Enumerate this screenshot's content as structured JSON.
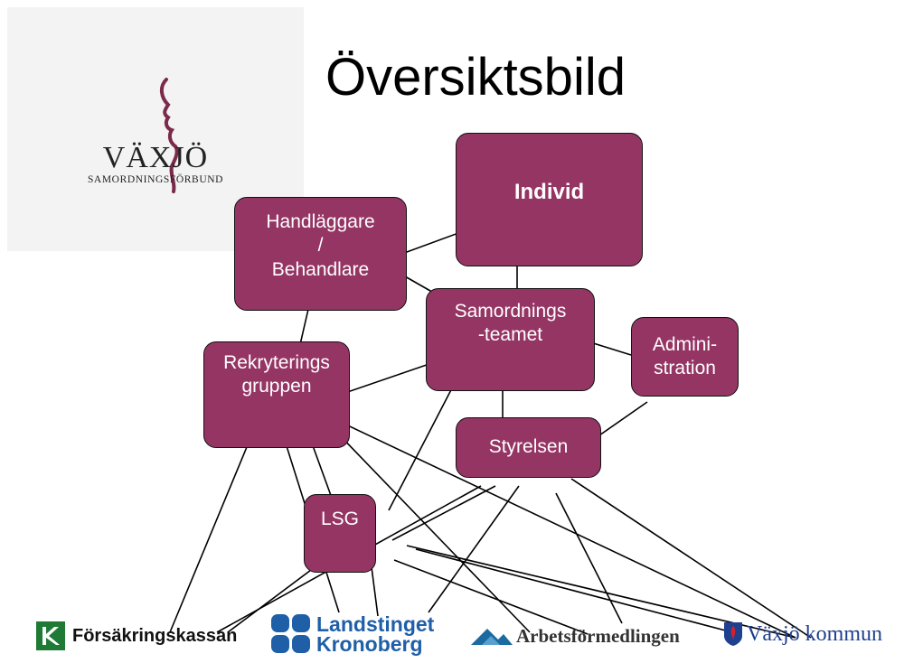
{
  "title": "Översiktsbild",
  "logo": {
    "main": "VÄXJÖ",
    "sub": "SAMORDNINGSFÖRBUND"
  },
  "nodes": {
    "individ": "Individ",
    "handlaggare": "Handläggare\n/\nBehandlare",
    "samordningsteamet": "Samordnings\n-teamet",
    "administration": "Admini-\nstration",
    "rekryteringsgruppen": "Rekryterings\ngruppen",
    "styrelsen": "Styrelsen",
    "lsg": "LSG"
  },
  "organizations": {
    "forsakringskassan": "Försäkringskassan",
    "landstinget": {
      "line1": "Landstinget",
      "line2": "Kronoberg"
    },
    "arbetsformedlingen": "Arbetsförmedlingen",
    "vaxjo_kommun": "Växjö kommun"
  },
  "colors": {
    "box_fill": "#953564",
    "fk_green": "#1e7a35",
    "landstinget_blue": "#1f5fa8",
    "af_blue": "#1b6aa0",
    "kommun_blue": "#1f3f8f"
  },
  "icons": [
    "fk-logo-icon",
    "landstinget-logo-icon",
    "af-logo-icon",
    "kommun-shield-icon",
    "face-profile-icon"
  ]
}
